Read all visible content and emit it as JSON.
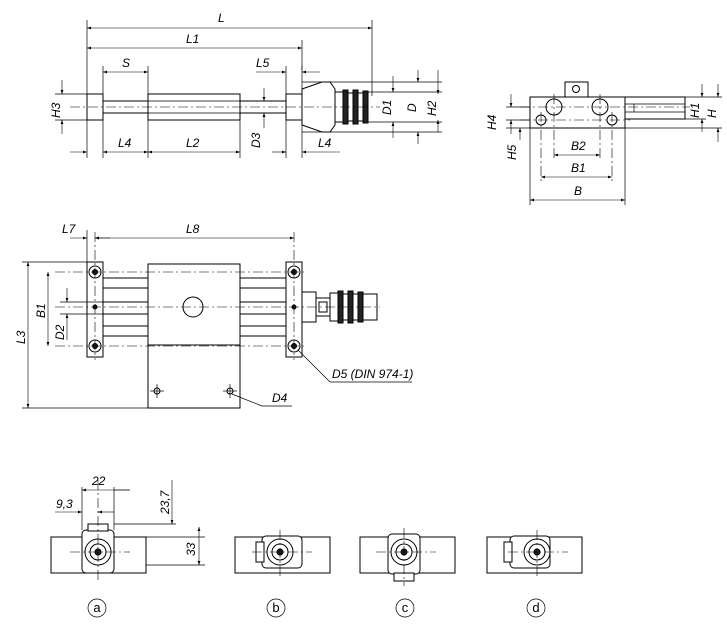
{
  "labels": {
    "L": "L",
    "L1": "L1",
    "S": "S",
    "L5": "L5",
    "H3": "H3",
    "D1": "D1",
    "D": "D",
    "H2": "H2",
    "L4a": "L4",
    "L2": "L2",
    "D3": "D3",
    "L4b": "L4",
    "H4": "H4",
    "H5": "H5",
    "H1": "H1",
    "H": "H",
    "B2": "B2",
    "B1side": "B1",
    "B": "B",
    "L7": "L7",
    "L8": "L8",
    "L3": "L3",
    "B1top": "B1",
    "D2": "D2",
    "D5": "D5 (DIN 974-1)",
    "D4": "D4",
    "dim22": "22",
    "dim93": "9,3",
    "dim237": "23,7",
    "dim33": "33",
    "va": "a",
    "vb": "b",
    "vc": "c",
    "vd": "d"
  }
}
